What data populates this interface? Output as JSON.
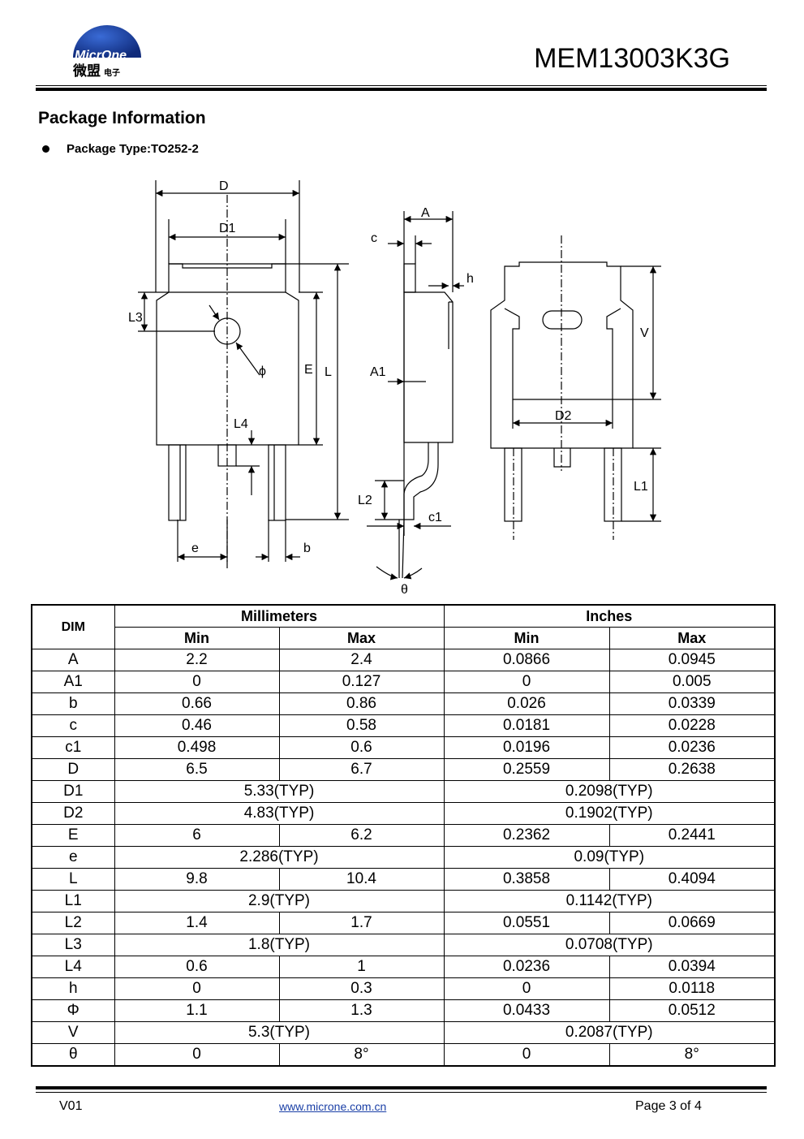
{
  "header": {
    "logo_text": "MicrOne",
    "logo_cn": "微盟",
    "logo_cn_small": "电子",
    "part_number": "MEM13003K3G"
  },
  "section_title": "Package Information",
  "package_type": "Package Type:TO252-2",
  "drawing_labels": {
    "D": "D",
    "D1": "D1",
    "L3": "L3",
    "phi": "ϕ",
    "E": "E",
    "L": "L",
    "L4": "L4",
    "e": "e",
    "b": "b",
    "A": "A",
    "c": "c",
    "h": "h",
    "A1": "A1",
    "L2": "L2",
    "c1": "c1",
    "theta": "θ",
    "V": "V",
    "D2": "D2",
    "L1": "L1"
  },
  "table": {
    "header_dim": "DIM",
    "header_mm": "Millimeters",
    "header_in": "Inches",
    "sub_min": "Min",
    "sub_max": "Max",
    "rows": [
      {
        "dim": "A",
        "mm_min": "2.2",
        "mm_max": "2.4",
        "in_min": "0.0866",
        "in_max": "0.0945"
      },
      {
        "dim": "A1",
        "mm_min": "0",
        "mm_max": "0.127",
        "in_min": "0",
        "in_max": "0.005"
      },
      {
        "dim": "b",
        "mm_min": "0.66",
        "mm_max": "0.86",
        "in_min": "0.026",
        "in_max": "0.0339"
      },
      {
        "dim": "c",
        "mm_min": "0.46",
        "mm_max": "0.58",
        "in_min": "0.0181",
        "in_max": "0.0228"
      },
      {
        "dim": "c1",
        "mm_min": "0.498",
        "mm_max": "0.6",
        "in_min": "0.0196",
        "in_max": "0.0236"
      },
      {
        "dim": "D",
        "mm_min": "6.5",
        "mm_max": "6.7",
        "in_min": "0.2559",
        "in_max": "0.2638"
      },
      {
        "dim": "D1",
        "mm_typ": "5.33(TYP)",
        "in_typ": "0.2098(TYP)"
      },
      {
        "dim": "D2",
        "mm_typ": "4.83(TYP)",
        "in_typ": "0.1902(TYP)"
      },
      {
        "dim": "E",
        "mm_min": "6",
        "mm_max": "6.2",
        "in_min": "0.2362",
        "in_max": "0.2441"
      },
      {
        "dim": "e",
        "mm_typ": "2.286(TYP)",
        "in_typ": "0.09(TYP)"
      },
      {
        "dim": "L",
        "mm_min": "9.8",
        "mm_max": "10.4",
        "in_min": "0.3858",
        "in_max": "0.4094"
      },
      {
        "dim": "L1",
        "mm_typ": "2.9(TYP)",
        "in_typ": "0.1142(TYP)"
      },
      {
        "dim": "L2",
        "mm_min": "1.4",
        "mm_max": "1.7",
        "in_min": "0.0551",
        "in_max": "0.0669"
      },
      {
        "dim": "L3",
        "mm_typ": "1.8(TYP)",
        "in_typ": "0.0708(TYP)"
      },
      {
        "dim": "L4",
        "mm_min": "0.6",
        "mm_max": "1",
        "in_min": "0.0236",
        "in_max": "0.0394"
      },
      {
        "dim": "h",
        "mm_min": "0",
        "mm_max": "0.3",
        "in_min": "0",
        "in_max": "0.0118"
      },
      {
        "dim": "Φ",
        "mm_min": "1.1",
        "mm_max": "1.3",
        "in_min": "0.0433",
        "in_max": "0.0512"
      },
      {
        "dim": "V",
        "mm_typ": "5.3(TYP)",
        "in_typ": "0.2087(TYP)"
      },
      {
        "dim": "θ",
        "mm_min": "0",
        "mm_max": "8°",
        "in_min": "0",
        "in_max": "8°"
      }
    ]
  },
  "footer": {
    "version": "V01",
    "url": "www.microne.com.cn",
    "page": "Page 3 of 4"
  },
  "colors": {
    "logo_blue": "#1d3a8a",
    "link_blue": "#1a3fa6"
  }
}
